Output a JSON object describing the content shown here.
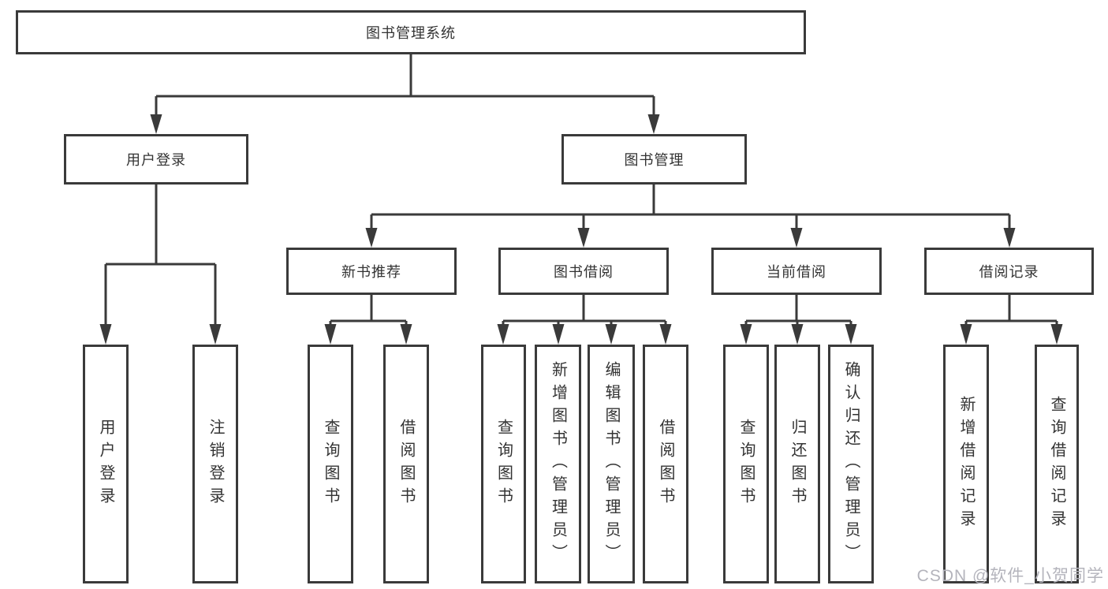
{
  "diagram": {
    "tree": {
      "root": {
        "label": "图书管理系统",
        "children": [
          {
            "label": "用户登录",
            "children": [
              {
                "label": "用户登录"
              },
              {
                "label": "注销登录"
              }
            ]
          },
          {
            "label": "图书管理",
            "children": [
              {
                "label": "新书推荐",
                "children": [
                  {
                    "label": "查询图书"
                  },
                  {
                    "label": "借阅图书"
                  }
                ]
              },
              {
                "label": "图书借阅",
                "children": [
                  {
                    "label": "查询图书"
                  },
                  {
                    "label": "新增图书（管理员）"
                  },
                  {
                    "label": "编辑图书（管理员）"
                  },
                  {
                    "label": "借阅图书"
                  }
                ]
              },
              {
                "label": "当前借阅",
                "children": [
                  {
                    "label": "查询图书"
                  },
                  {
                    "label": "归还图书"
                  },
                  {
                    "label": "确认归还（管理员）"
                  }
                ]
              },
              {
                "label": "借阅记录",
                "children": [
                  {
                    "label": "新增借阅记录"
                  },
                  {
                    "label": "查询借阅记录"
                  }
                ]
              }
            ]
          }
        ]
      }
    },
    "colors": {
      "line": "#3a3a3a",
      "box_border": "#3a3a3a",
      "text": "#333333",
      "background": "#ffffff",
      "watermark": "#b4b4bc"
    }
  },
  "watermark": {
    "text": "CSDN @软件_小贺同学"
  }
}
